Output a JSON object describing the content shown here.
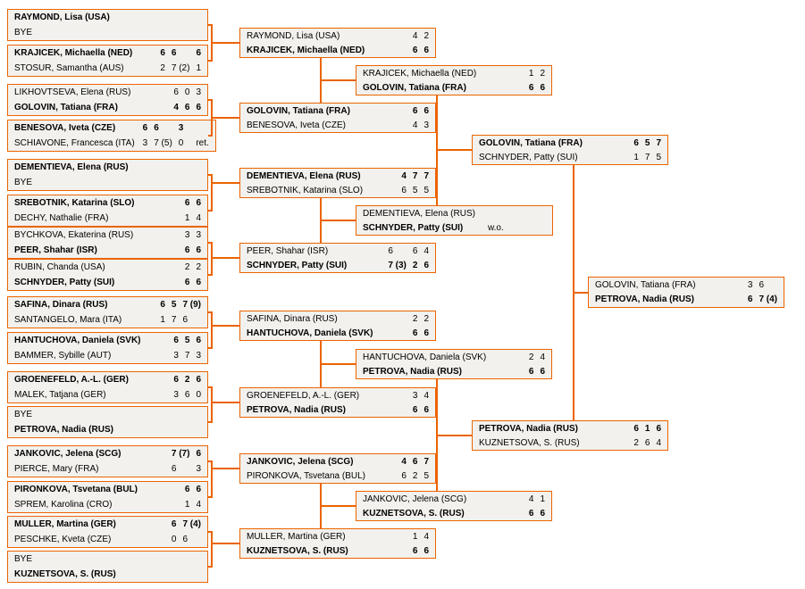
{
  "colors": {
    "accent_orange": "#EB6400",
    "box_background": "#F2F1ED",
    "text": "#000000",
    "page_background": "#FFFFFF"
  },
  "bracket": {
    "r1": [
      {
        "players": [
          {
            "name": "RAYMOND, Lisa (USA)",
            "winner": true,
            "sets": []
          },
          {
            "name": "BYE",
            "sets": []
          }
        ]
      },
      {
        "players": [
          {
            "name": "KRAJICEK, Michaella (NED)",
            "winner": true,
            "sets": [
              "6",
              "6",
              "6"
            ]
          },
          {
            "name": "STOSUR, Samantha (AUS)",
            "sets": [
              "2",
              "7 (2)",
              "1"
            ]
          }
        ]
      },
      {
        "players": [
          {
            "name": "LIKHOVTSEVA, Elena (RUS)",
            "sets": [
              "6",
              "0",
              "3"
            ]
          },
          {
            "name": "GOLOVIN, Tatiana (FRA)",
            "winner": true,
            "sets": [
              "4",
              "6",
              "6"
            ]
          }
        ]
      },
      {
        "players": [
          {
            "name": "BENESOVA, Iveta (CZE)",
            "winner": true,
            "sets": [
              "6",
              "6",
              "3"
            ]
          },
          {
            "name": "SCHIAVONE, Francesca (ITA)",
            "sets": [
              "3",
              "7 (5)",
              "0"
            ],
            "note": "ret."
          }
        ]
      },
      {
        "players": [
          {
            "name": "DEMENTIEVA, Elena (RUS)",
            "winner": true,
            "sets": []
          },
          {
            "name": "BYE",
            "sets": []
          }
        ]
      },
      {
        "players": [
          {
            "name": "SREBOTNIK, Katarina (SLO)",
            "winner": true,
            "sets": [
              "6",
              "6"
            ]
          },
          {
            "name": "DECHY, Nathalie (FRA)",
            "sets": [
              "1",
              "4"
            ]
          }
        ]
      },
      {
        "players": [
          {
            "name": "BYCHKOVA, Ekaterina (RUS)",
            "sets": [
              "3",
              "3"
            ]
          },
          {
            "name": "PEER, Shahar (ISR)",
            "winner": true,
            "sets": [
              "6",
              "6"
            ]
          }
        ]
      },
      {
        "players": [
          {
            "name": "RUBIN, Chanda (USA)",
            "sets": [
              "2",
              "2"
            ]
          },
          {
            "name": "SCHNYDER, Patty (SUI)",
            "winner": true,
            "sets": [
              "6",
              "6"
            ]
          }
        ]
      },
      {
        "players": [
          {
            "name": "SAFINA, Dinara (RUS)",
            "winner": true,
            "sets": [
              "6",
              "5",
              "7 (9)"
            ]
          },
          {
            "name": "SANTANGELO, Mara (ITA)",
            "sets": [
              "1",
              "7",
              "6"
            ]
          }
        ]
      },
      {
        "players": [
          {
            "name": "HANTUCHOVA, Daniela (SVK)",
            "winner": true,
            "sets": [
              "6",
              "5",
              "6"
            ]
          },
          {
            "name": "BAMMER, Sybille (AUT)",
            "sets": [
              "3",
              "7",
              "3"
            ]
          }
        ]
      },
      {
        "players": [
          {
            "name": "GROENEFELD, A.-L. (GER)",
            "winner": true,
            "sets": [
              "6",
              "2",
              "6"
            ]
          },
          {
            "name": "MALEK, Tatjana (GER)",
            "sets": [
              "3",
              "6",
              "0"
            ]
          }
        ]
      },
      {
        "players": [
          {
            "name": "BYE",
            "sets": []
          },
          {
            "name": "PETROVA, Nadia (RUS)",
            "winner": true,
            "sets": []
          }
        ]
      },
      {
        "players": [
          {
            "name": "JANKOVIC, Jelena (SCG)",
            "winner": true,
            "sets": [
              "7 (7)",
              "6"
            ]
          },
          {
            "name": "PIERCE, Mary (FRA)",
            "sets": [
              "6",
              "3"
            ]
          }
        ]
      },
      {
        "players": [
          {
            "name": "PIRONKOVA, Tsvetana (BUL)",
            "winner": true,
            "sets": [
              "6",
              "6"
            ]
          },
          {
            "name": "SPREM, Karolina (CRO)",
            "sets": [
              "1",
              "4"
            ]
          }
        ]
      },
      {
        "players": [
          {
            "name": "MULLER, Martina (GER)",
            "winner": true,
            "sets": [
              "6",
              "7 (4)"
            ]
          },
          {
            "name": "PESCHKE, Kveta (CZE)",
            "sets": [
              "0",
              "6"
            ]
          }
        ]
      },
      {
        "players": [
          {
            "name": "BYE",
            "sets": []
          },
          {
            "name": "KUZNETSOVA, S. (RUS)",
            "winner": true,
            "sets": []
          }
        ]
      }
    ],
    "r2": [
      {
        "players": [
          {
            "name": "RAYMOND, Lisa (USA)",
            "sets": [
              "4",
              "2"
            ]
          },
          {
            "name": "KRAJICEK, Michaella (NED)",
            "winner": true,
            "sets": [
              "6",
              "6"
            ]
          }
        ]
      },
      {
        "players": [
          {
            "name": "GOLOVIN, Tatiana (FRA)",
            "winner": true,
            "sets": [
              "6",
              "6"
            ]
          },
          {
            "name": "BENESOVA, Iveta (CZE)",
            "sets": [
              "4",
              "3"
            ]
          }
        ]
      },
      {
        "players": [
          {
            "name": "DEMENTIEVA, Elena (RUS)",
            "winner": true,
            "sets": [
              "4",
              "7",
              "7"
            ]
          },
          {
            "name": "SREBOTNIK, Katarina (SLO)",
            "sets": [
              "6",
              "5",
              "5"
            ]
          }
        ]
      },
      {
        "players": [
          {
            "name": "PEER, Shahar (ISR)",
            "sets": [
              "6",
              "6",
              "4"
            ]
          },
          {
            "name": "SCHNYDER, Patty (SUI)",
            "winner": true,
            "sets": [
              "7 (3)",
              "2",
              "6"
            ]
          }
        ]
      },
      {
        "players": [
          {
            "name": "SAFINA, Dinara (RUS)",
            "sets": [
              "2",
              "2"
            ]
          },
          {
            "name": "HANTUCHOVA, Daniela (SVK)",
            "winner": true,
            "sets": [
              "6",
              "6"
            ]
          }
        ]
      },
      {
        "players": [
          {
            "name": "GROENEFELD, A.-L. (GER)",
            "sets": [
              "3",
              "4"
            ]
          },
          {
            "name": "PETROVA, Nadia (RUS)",
            "winner": true,
            "sets": [
              "6",
              "6"
            ]
          }
        ]
      },
      {
        "players": [
          {
            "name": "JANKOVIC, Jelena (SCG)",
            "winner": true,
            "sets": [
              "4",
              "6",
              "7"
            ]
          },
          {
            "name": "PIRONKOVA, Tsvetana (BUL)",
            "sets": [
              "6",
              "2",
              "5"
            ]
          }
        ]
      },
      {
        "players": [
          {
            "name": "MULLER, Martina (GER)",
            "sets": [
              "1",
              "4"
            ]
          },
          {
            "name": "KUZNETSOVA, S. (RUS)",
            "winner": true,
            "sets": [
              "6",
              "6"
            ]
          }
        ]
      }
    ],
    "qf": [
      {
        "players": [
          {
            "name": "KRAJICEK, Michaella (NED)",
            "sets": [
              "1",
              "2"
            ]
          },
          {
            "name": "GOLOVIN, Tatiana (FRA)",
            "winner": true,
            "sets": [
              "6",
              "6"
            ]
          }
        ]
      },
      {
        "players": [
          {
            "name": "DEMENTIEVA, Elena (RUS)",
            "sets": []
          },
          {
            "name": "SCHNYDER, Patty (SUI)",
            "winner": true,
            "sets": [],
            "note": "w.o."
          }
        ]
      },
      {
        "players": [
          {
            "name": "HANTUCHOVA, Daniela (SVK)",
            "sets": [
              "2",
              "4"
            ]
          },
          {
            "name": "PETROVA, Nadia (RUS)",
            "winner": true,
            "sets": [
              "6",
              "6"
            ]
          }
        ]
      },
      {
        "players": [
          {
            "name": "JANKOVIC, Jelena (SCG)",
            "sets": [
              "4",
              "1"
            ]
          },
          {
            "name": "KUZNETSOVA, S. (RUS)",
            "winner": true,
            "sets": [
              "6",
              "6"
            ]
          }
        ]
      }
    ],
    "sf": [
      {
        "players": [
          {
            "name": "GOLOVIN, Tatiana (FRA)",
            "winner": true,
            "sets": [
              "6",
              "5",
              "7"
            ]
          },
          {
            "name": "SCHNYDER, Patty (SUI)",
            "sets": [
              "1",
              "7",
              "5"
            ]
          }
        ]
      },
      {
        "players": [
          {
            "name": "PETROVA, Nadia (RUS)",
            "winner": true,
            "sets": [
              "6",
              "1",
              "6"
            ]
          },
          {
            "name": "KUZNETSOVA, S. (RUS)",
            "sets": [
              "2",
              "6",
              "4"
            ]
          }
        ]
      }
    ],
    "f": [
      {
        "players": [
          {
            "name": "GOLOVIN, Tatiana (FRA)",
            "sets": [
              "3",
              "6"
            ]
          },
          {
            "name": "PETROVA, Nadia (RUS)",
            "winner": true,
            "sets": [
              "6",
              "7 (4)"
            ]
          }
        ]
      }
    ]
  }
}
